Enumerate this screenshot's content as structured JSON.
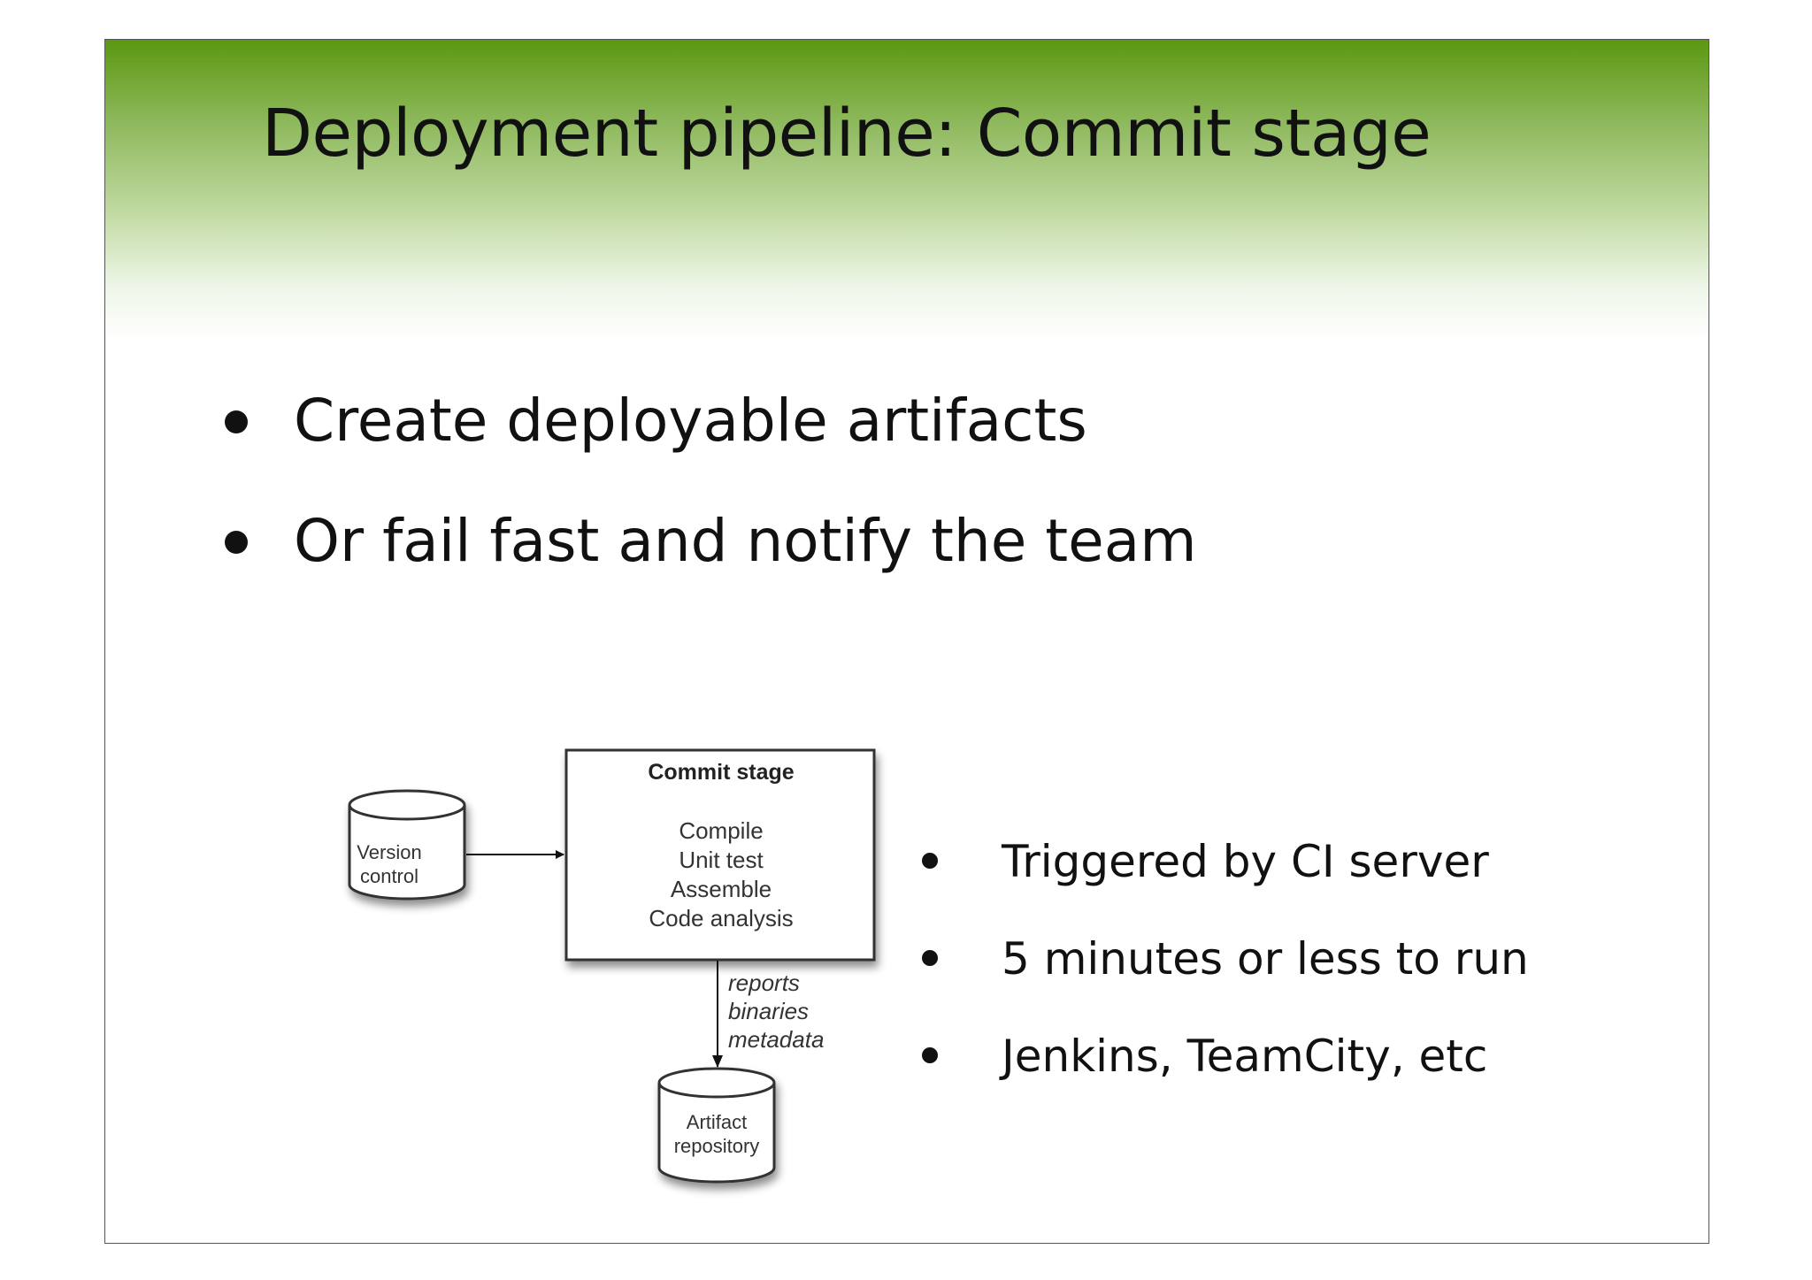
{
  "slide": {
    "title": "Deployment pipeline: Commit stage",
    "bullets": [
      "Create deployable artifacts",
      "Or fail fast and notify the team"
    ],
    "sub_bullets": [
      "Triggered by CI server",
      "5 minutes or less to run",
      "Jenkins, TeamCity, etc"
    ],
    "header_color": "#5b9810"
  },
  "diagram": {
    "version_control": [
      "Version",
      "control"
    ],
    "commit_stage": {
      "title": "Commit stage",
      "steps": [
        "Compile",
        "Unit test",
        "Assemble",
        "Code analysis"
      ]
    },
    "outputs": [
      "reports",
      "binaries",
      "metadata"
    ],
    "artifact_repository": [
      "Artifact",
      "repository"
    ]
  }
}
